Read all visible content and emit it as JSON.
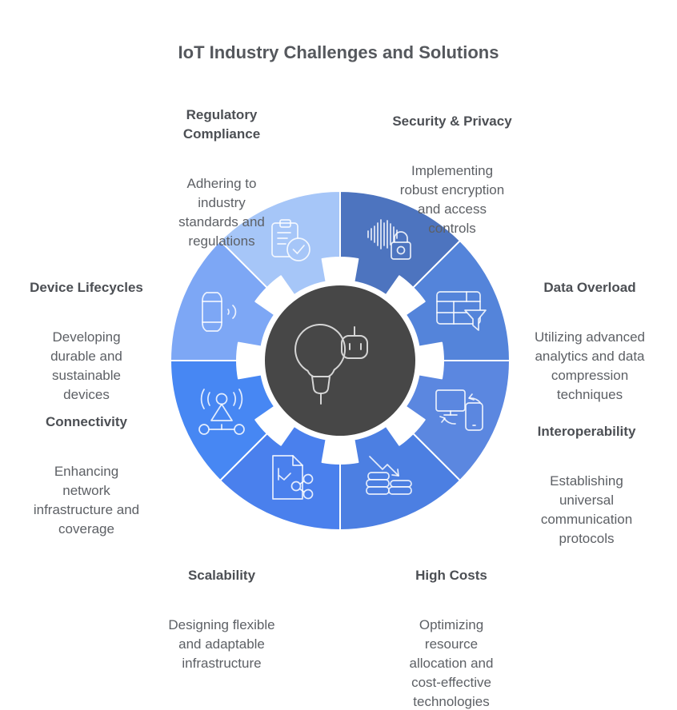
{
  "page": {
    "background": "#ffffff"
  },
  "title": "IoT Industry Challenges and Solutions",
  "center": {
    "meaning": "idea-lightbulb-and-robot",
    "color": "#474747",
    "icon_stroke": "#d5d5d5"
  },
  "wheel": {
    "divider_color": "#ffffff",
    "segments": [
      {
        "id": "security",
        "label": "Security & Privacy",
        "color": "#4d74bf",
        "icon": "voice-lock-icon"
      },
      {
        "id": "data-overload",
        "label": "Data Overload",
        "color": "#5484da",
        "icon": "table-filter-icon"
      },
      {
        "id": "interoperability",
        "label": "Interoperability",
        "color": "#5b87e0",
        "icon": "devices-sync-icon"
      },
      {
        "id": "high-costs",
        "label": "High Costs",
        "color": "#4c7fe2",
        "icon": "coins-decline-icon"
      },
      {
        "id": "scalability",
        "label": "Scalability",
        "color": "#4a80ed",
        "icon": "document-share-icon"
      },
      {
        "id": "connectivity",
        "label": "Connectivity",
        "color": "#4787f3",
        "icon": "antenna-icon"
      },
      {
        "id": "device-lifecycles",
        "label": "Device Lifecycles",
        "color": "#7da7f5",
        "icon": "wearable-signal-icon"
      },
      {
        "id": "regulatory",
        "label": "Regulatory Compliance",
        "color": "#a6c6f8",
        "icon": "clipboard-check-icon"
      }
    ]
  },
  "labels": {
    "regulatory": {
      "title": [
        "Regulatory",
        "Compliance"
      ],
      "desc": [
        "Adhering to",
        "industry",
        "standards and",
        "regulations"
      ]
    },
    "security": {
      "title": [
        "Security & Privacy"
      ],
      "desc": [
        "Implementing",
        "robust encryption",
        "and access",
        "controls"
      ]
    },
    "data_overload": {
      "title": [
        "Data Overload"
      ],
      "desc": [
        "Utilizing advanced",
        "analytics and data",
        "compression",
        "techniques"
      ]
    },
    "interoperability": {
      "title": [
        "Interoperability"
      ],
      "desc": [
        "Establishing",
        "universal",
        "communication",
        "protocols"
      ]
    },
    "high_costs": {
      "title": [
        "High Costs"
      ],
      "desc": [
        "Optimizing",
        "resource",
        "allocation and",
        "cost-effective",
        "technologies"
      ]
    },
    "scalability": {
      "title": [
        "Scalability"
      ],
      "desc": [
        "Designing flexible",
        "and adaptable",
        "infrastructure"
      ]
    },
    "connectivity": {
      "title": [
        "Connectivity"
      ],
      "desc": [
        "Enhancing",
        "network",
        "infrastructure and",
        "coverage"
      ]
    },
    "device_lifecycles": {
      "title": [
        "Device Lifecycles"
      ],
      "desc": [
        "Developing",
        "durable and",
        "sustainable",
        "devices"
      ]
    }
  }
}
